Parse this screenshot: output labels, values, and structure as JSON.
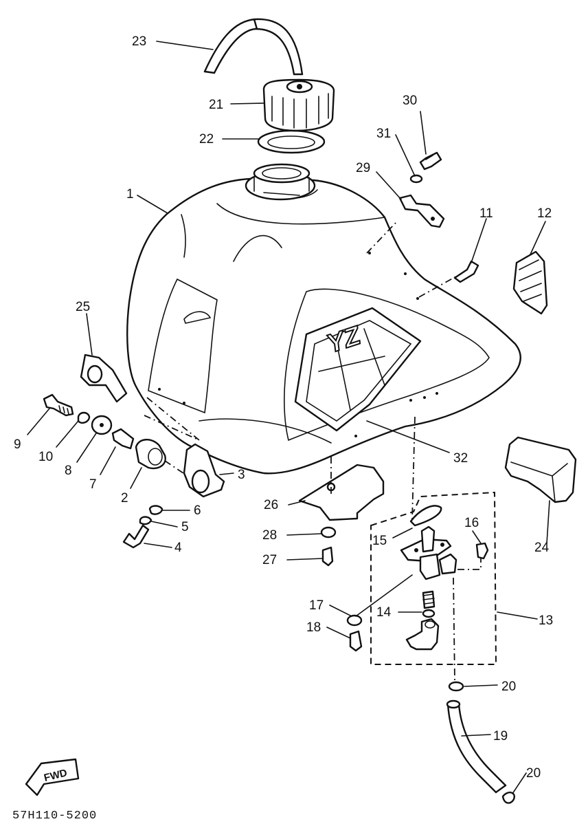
{
  "callouts": {
    "c1": "1",
    "c2": "2",
    "c3": "3",
    "c4": "4",
    "c5": "5",
    "c6": "6",
    "c7": "7",
    "c8": "8",
    "c9": "9",
    "c10": "10",
    "c11": "11",
    "c12": "12",
    "c13": "13",
    "c14": "14",
    "c15": "15",
    "c16": "16",
    "c17": "17",
    "c18": "18",
    "c19": "19",
    "c20a": "20",
    "c20b": "20",
    "c21": "21",
    "c22": "22",
    "c23": "23",
    "c24": "24",
    "c25": "25",
    "c26": "26",
    "c27": "27",
    "c28": "28",
    "c29": "29",
    "c30": "30",
    "c31": "31",
    "c32": "32"
  },
  "tank_emblem": "YZ",
  "front_marker": "FWD",
  "diagram_code": "57H110-5200"
}
